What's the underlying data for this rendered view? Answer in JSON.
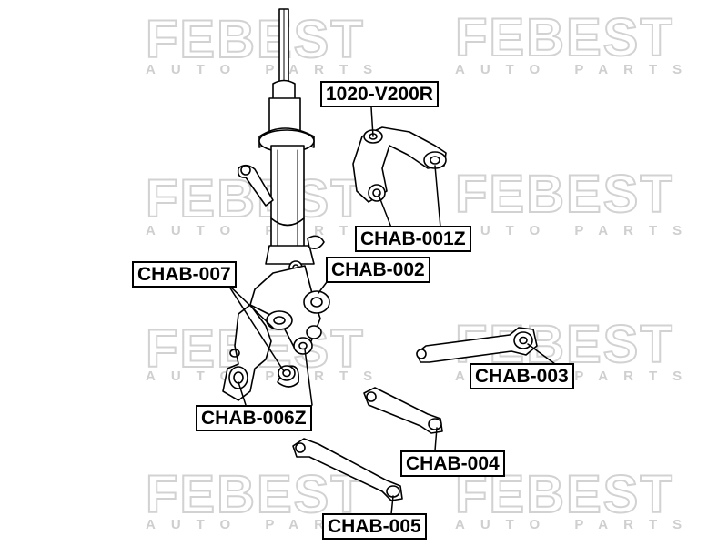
{
  "watermark": {
    "logo_text": "FEBEST",
    "sub_text": "AUTO PARTS"
  },
  "parts": {
    "p1020": "1020-V200R",
    "chab001z": "CHAB-001Z",
    "chab002": "CHAB-002",
    "chab003": "CHAB-003",
    "chab004": "CHAB-004",
    "chab005": "CHAB-005",
    "chab006z": "CHAB-006Z",
    "chab007": "CHAB-007"
  },
  "colors": {
    "line": "#000000",
    "watermark": "#d6d6d6",
    "background": "#ffffff"
  }
}
